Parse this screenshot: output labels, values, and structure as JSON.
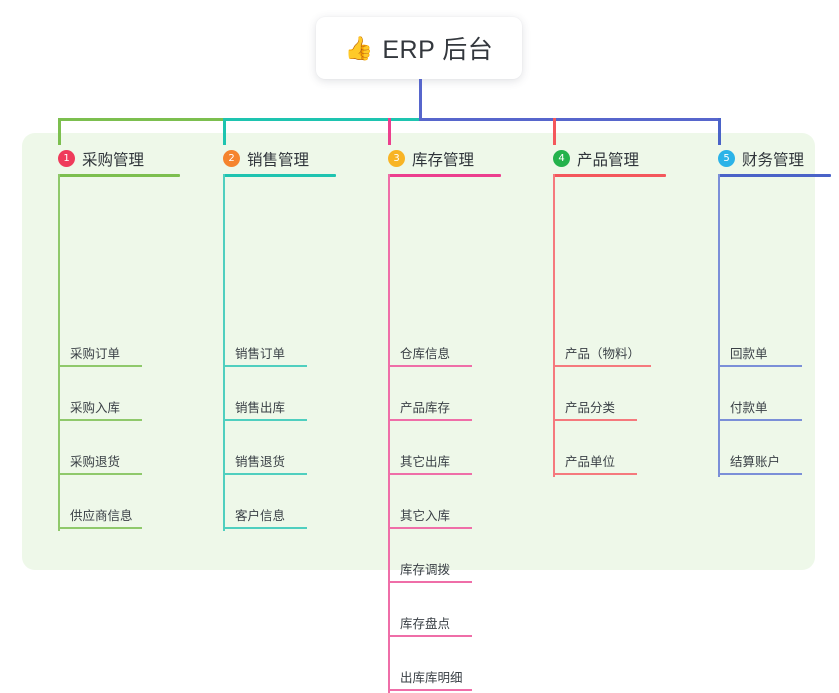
{
  "root": {
    "icon": "thumbs-up-icon",
    "emoji": "👍",
    "title": "ERP 后台"
  },
  "palette": {
    "page_background": "#ffffff",
    "panel_background": "#eef8e9",
    "card_background": "#ffffff",
    "text": "#2f343a",
    "trunk": "#5766cc"
  },
  "columns": [
    {
      "number": "1",
      "label": "采购管理",
      "badge_color": "#ef3b5b",
      "rule_color": "#7cbf4f",
      "line_color": "#8fc96b",
      "items": [
        "采购订单",
        "采购入库",
        "采购退货",
        "供应商信息"
      ]
    },
    {
      "number": "2",
      "label": "销售管理",
      "badge_color": "#f5842e",
      "rule_color": "#1ec4b0",
      "line_color": "#4fcfbf",
      "items": [
        "销售订单",
        "销售出库",
        "销售退货",
        "客户信息"
      ]
    },
    {
      "number": "3",
      "label": "库存管理",
      "badge_color": "#f8b425",
      "rule_color": "#ec3f8e",
      "line_color": "#ef6ea8",
      "items": [
        "仓库信息",
        "产品库存",
        "其它出库",
        "其它入库",
        "库存调拨",
        "库存盘点",
        "出库库明细"
      ]
    },
    {
      "number": "4",
      "label": "产品管理",
      "badge_color": "#24b24c",
      "rule_color": "#f4575c",
      "line_color": "#f5797d",
      "items": [
        "产品（物料）",
        "产品分类",
        "产品单位"
      ]
    },
    {
      "number": "5",
      "label": "财务管理",
      "badge_color": "#2bb3e8",
      "rule_color": "#4a63c8",
      "line_color": "#7b8fd8",
      "items": [
        "回款单",
        "付款单",
        "结算账户"
      ]
    }
  ],
  "connectors": {
    "bus_segments": [
      {
        "name": "bus-green",
        "color": "#7cbf4f"
      },
      {
        "name": "bus-teal",
        "color": "#1ec4b0"
      },
      {
        "name": "bus-blue",
        "color": "#5766cc"
      }
    ]
  }
}
